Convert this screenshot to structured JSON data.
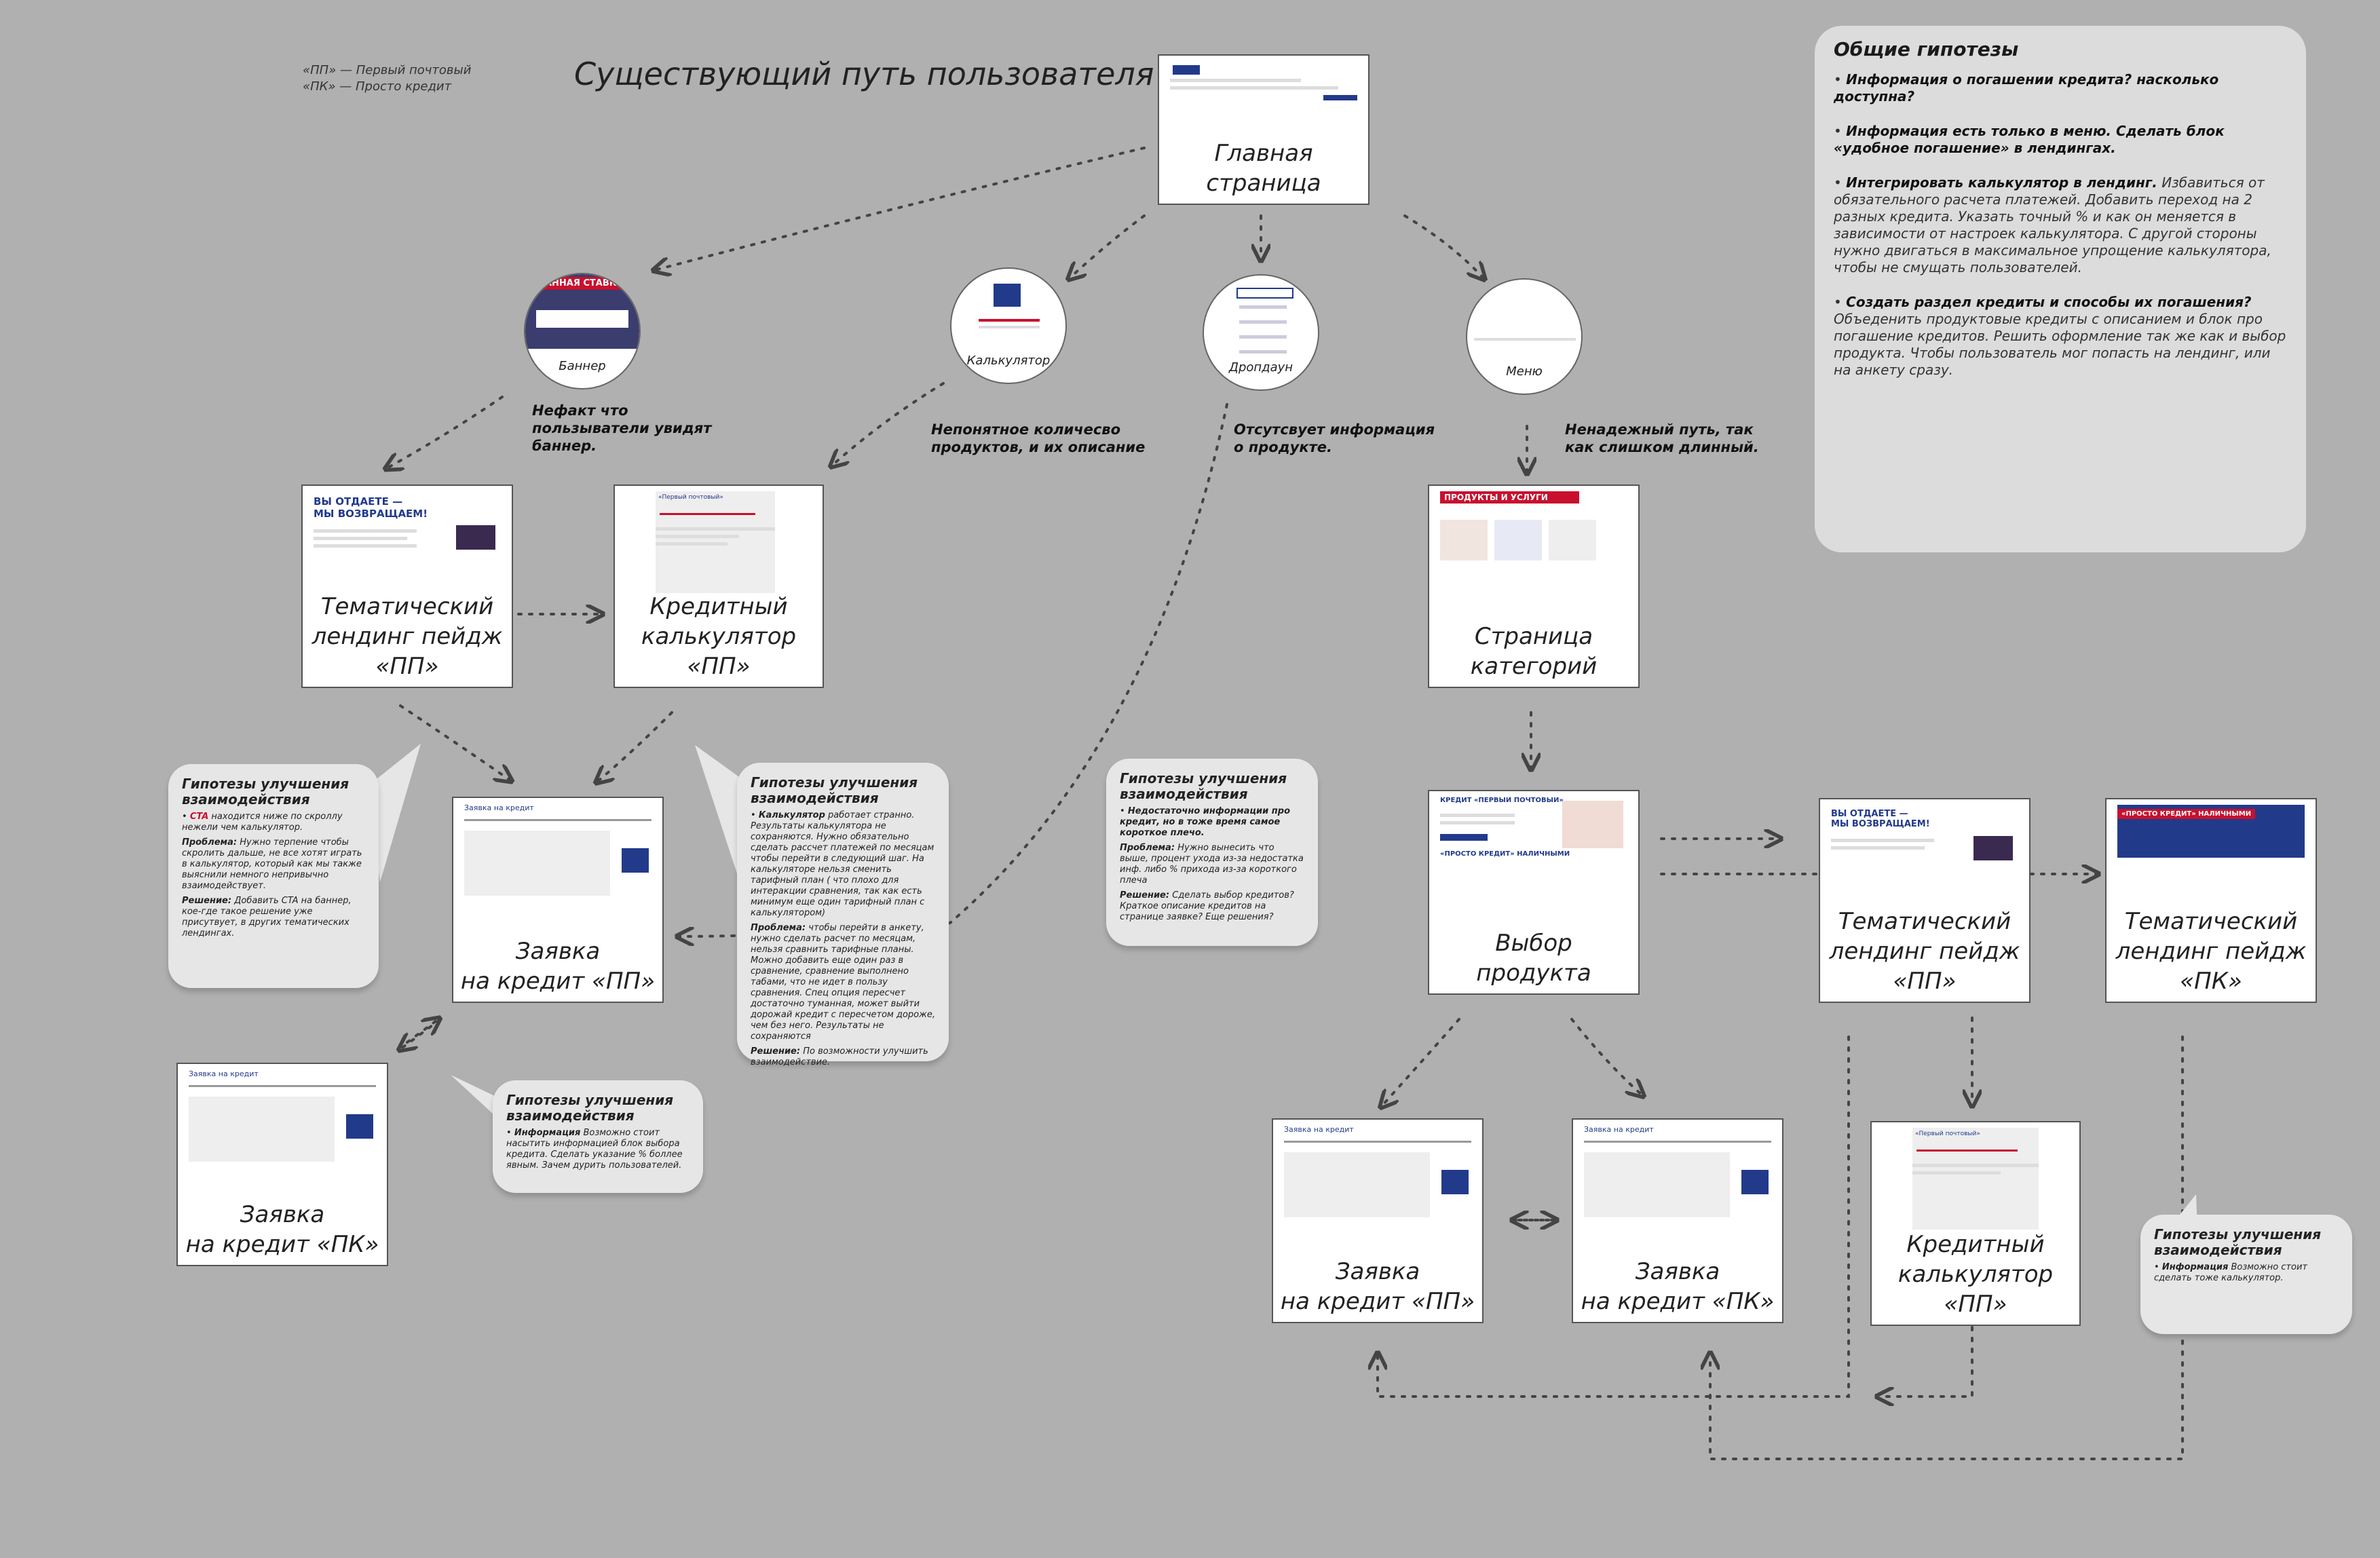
{
  "legend": [
    "«ПП» — Первый почтовый",
    "«ПК» — Просто кредит"
  ],
  "title": "Существующий путь пользователя",
  "hypotheses": {
    "title": "Общие гипотезы",
    "items": [
      {
        "bold": "Информация о погашении кредита? насколько доступна?",
        "text": ""
      },
      {
        "bold": "Информация есть только в меню. Сделать блок «удобное погашение» в лендингах.",
        "text": ""
      },
      {
        "bold": "Интегрировать калькулятор в лендинг.",
        "text": "Избавиться от обязательного расчета платежей. Добавить переход на 2 разных кредита. Указать точный % и как он меняется в зависимости от настроек калькулятора.  С другой стороны нужно двигаться в максимальное упрощение калькулятора, чтобы не смущать пользователей."
      },
      {
        "bold": "Создать раздел кредиты и способы их погашения?",
        "text": "Объеденить продуктовые кредиты с описанием и блок про погашение кредитов.  Решить оформление так же как и выбор продукта. Чтобы пользователь мог попасть на лендинг, или на анкету сразу."
      }
    ]
  },
  "nodes": {
    "main": "Главная\nстраница",
    "landing_pp": "Тематический\nлендинг пейдж\n«ПП»",
    "calc_pp": "Кредитный\nкалькулятор\n«ПП»",
    "categories": "Страница\nкатегорий",
    "app_pp_left": "Заявка\nна кредит «ПП»",
    "app_pk_left": "Заявка\nна кредит «ПК»",
    "choose_product": "Выбор\nпродукта",
    "landing_pp_right": "Тематический\nлендинг пейдж\n«ПП»",
    "landing_pk_right": "Тематический\nлендинг пейдж\n«ПК»",
    "app_pp_bottom": "Заявка\nна кредит «ПП»",
    "app_pk_bottom": "Заявка\nна кредит «ПК»",
    "calc_pp_bottom": "Кредитный\nкалькулятор\n«ПП»"
  },
  "circles": {
    "banner": "Баннер",
    "calculator": "Калькулятор",
    "dropdown": "Дропдаун",
    "menu": "Меню"
  },
  "notes": {
    "banner": "Нефакт что\nпользыватели увидят\nбаннер.",
    "calculator": "Непонятное количесво\nпродуктов, и их описание",
    "dropdown": "Отсутсвует информация\nо продукте.",
    "menu": "Ненадежный путь, так\nкак слишком длинный."
  },
  "bubbles": {
    "heading": "Гипотезы улучшения взаимодействия",
    "b1": {
      "lead": "CTA",
      "lead_text": " находится ниже по скроллу нежели чем калькулятор.",
      "problem_label": "Проблема:",
      "problem": " Нужно терпение чтобы скролить дальше, не все хотят играть в калькулятор, который как мы также выяснили немного непривычно взаимодействует.",
      "solution_label": "Решение:",
      "solution": " Добавить CTA на баннер, кое-где такое решение уже присутвует, в других тематических лендингах."
    },
    "b2": {
      "lead": "Калькулятор",
      "lead_text": " работает странно. Результаты калькулятора не сохраняются. Нужно обязательно сделать рассчет платежей по месяцам чтобы перейти в следующий шаг. На калькуляторе нельзя сменить тарифный план ( что плохо для интеракции сравнения, так как есть минимум еще один тарифный план с калькулятором)",
      "problem_label": "Проблема:",
      "problem": " чтобы перейти в анкету, нужно сделать расчет по месяцам, нельзя сравнить тарифные планы. Можно добавить еще один раз в сравнение, сравнение выполнено табами, что не идет в пользу сравнения. Спец опция пересчет достаточно туманная, может выйти дорожай кредит с пересчетом дороже, чем без него. Результаты не сохраняются",
      "solution_label": "Решение:",
      "solution": " По возможности улучшить взаимодействие."
    },
    "b3": {
      "lead": "Информация",
      "lead_text": " Возможно стоит насытить информацией блок выбора кредита. Сделать указание % боллее явным. Зачем дурить пользователей."
    },
    "b4": {
      "lead": "Недостаточно информации про кредит, но в тоже время самое короткое плечо.",
      "problem_label": "Проблема:",
      "problem": " Нужно вынесить что выше, процент ухода из-за недостатка инф. либо % прихода из-за короткого плеча",
      "solution_label": "Решение:",
      "solution": " Сделать выбор кредитов? Краткое описание кредитов на странице заявке? Еще решения?"
    },
    "b5": {
      "lead": "Информация",
      "lead_text": " Возможно стоит сделать тоже калькулятор."
    }
  },
  "screens": {
    "landing_banner": "ВЫ ОТДАЕТЕ —\nМЫ ВОЗВРАЩАЕМ!",
    "categories_header": "ПРОДУКТЫ И УСЛУГИ",
    "calc_header": "«Первый почтовый»",
    "app_header": "Заявка на кредит",
    "choose_header": "КРЕДИТ «ПЕРВЫЙ ПОЧТОВЫЙ»",
    "choose_header2": "«ПРОСТО КРЕДИТ» НАЛИЧНЫМИ",
    "pk_banner": "«ПРОСТО КРЕДИТ» НАЛИЧНЫМИ",
    "banner_circle": "ОВАННАЯ СТАВКА"
  },
  "colors": {
    "background": "#b0b0b0",
    "brand_blue": "#223a8a",
    "brand_red": "#c8102e",
    "bubble": "#e6e6e6"
  }
}
